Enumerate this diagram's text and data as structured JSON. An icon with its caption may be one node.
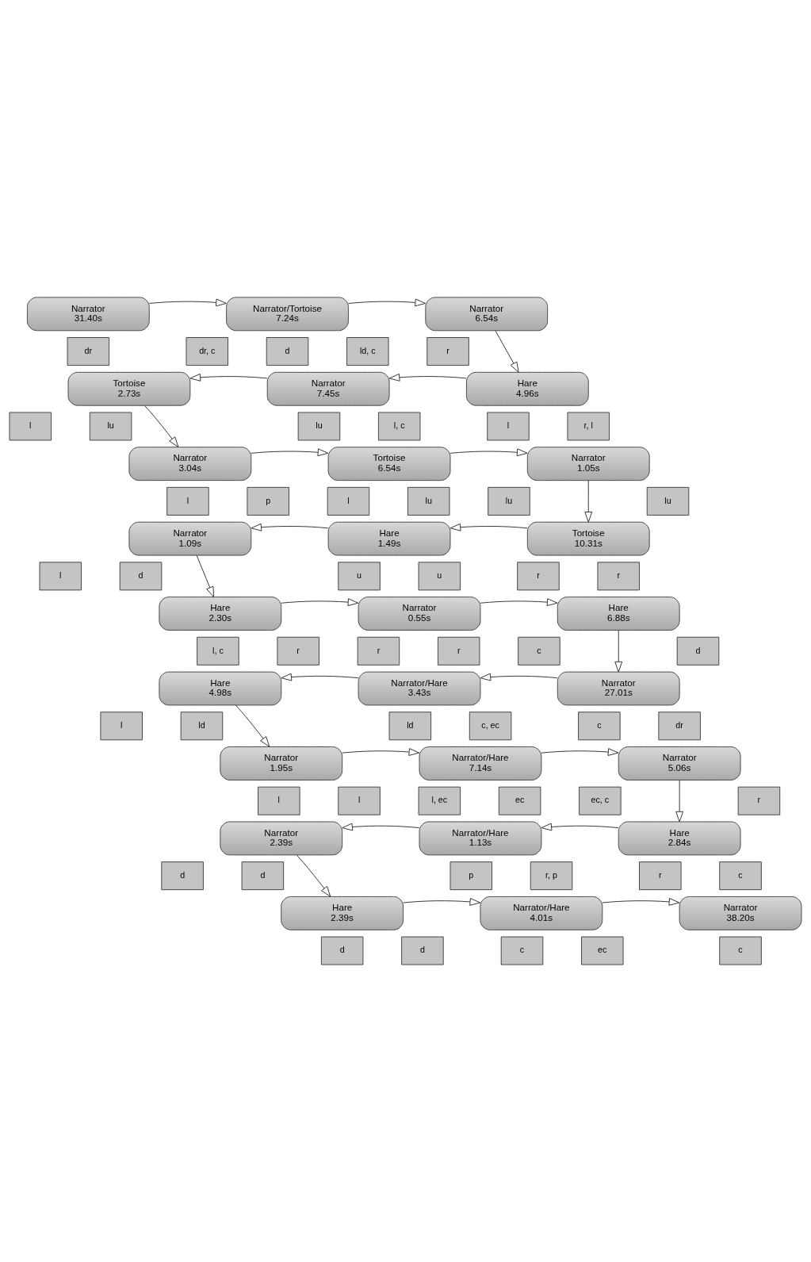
{
  "diagram": {
    "nodes": [
      {
        "text": [
          "Narrator",
          "31.40s"
        ]
      },
      {
        "text": [
          "dr"
        ]
      },
      {
        "text": [
          "Narrator/Tortoise",
          "7.24s"
        ]
      },
      {
        "text": [
          "dr, c"
        ]
      },
      {
        "text": [
          "d"
        ]
      },
      {
        "text": [
          "Narrator",
          "6.54s"
        ]
      },
      {
        "text": [
          "ld, c"
        ]
      },
      {
        "text": [
          "r"
        ]
      },
      {
        "text": [
          "Tortoise",
          "2.73s"
        ]
      },
      {
        "text": [
          "l"
        ]
      },
      {
        "text": [
          "lu"
        ]
      },
      {
        "text": [
          "Narrator",
          "7.45s"
        ]
      },
      {
        "text": [
          "lu"
        ]
      },
      {
        "text": [
          "l, c"
        ]
      },
      {
        "text": [
          "Hare",
          "4.96s"
        ]
      },
      {
        "text": [
          "l"
        ]
      },
      {
        "text": [
          "r, l"
        ]
      },
      {
        "text": [
          "Narrator",
          "3.04s"
        ]
      },
      {
        "text": [
          "l"
        ]
      },
      {
        "text": [
          "p"
        ]
      },
      {
        "text": [
          "Tortoise",
          "6.54s"
        ]
      },
      {
        "text": [
          "l"
        ]
      },
      {
        "text": [
          "lu"
        ]
      },
      {
        "text": [
          "Narrator",
          "1.05s"
        ]
      },
      {
        "text": [
          "lu"
        ]
      },
      {
        "text": [
          "lu"
        ]
      },
      {
        "text": [
          "Narrator",
          "1.09s"
        ]
      },
      {
        "text": [
          "l"
        ]
      },
      {
        "text": [
          "d"
        ]
      },
      {
        "text": [
          "Hare",
          "1.49s"
        ]
      },
      {
        "text": [
          "u"
        ]
      },
      {
        "text": [
          "u"
        ]
      },
      {
        "text": [
          "Tortoise",
          "10.31s"
        ]
      },
      {
        "text": [
          "r"
        ]
      },
      {
        "text": [
          "r"
        ]
      },
      {
        "text": [
          "Hare",
          "2.30s"
        ]
      },
      {
        "text": [
          "l, c"
        ]
      },
      {
        "text": [
          "r"
        ]
      },
      {
        "text": [
          "Narrator",
          "0.55s"
        ]
      },
      {
        "text": [
          "r"
        ]
      },
      {
        "text": [
          "r"
        ]
      },
      {
        "text": [
          "Hare",
          "6.88s"
        ]
      },
      {
        "text": [
          "c"
        ]
      },
      {
        "text": [
          "d"
        ]
      },
      {
        "text": [
          "Hare",
          "4.98s"
        ]
      },
      {
        "text": [
          "l"
        ]
      },
      {
        "text": [
          "ld"
        ]
      },
      {
        "text": [
          "Narrator/Hare",
          "3.43s"
        ]
      },
      {
        "text": [
          "ld"
        ]
      },
      {
        "text": [
          "c, ec"
        ]
      },
      {
        "text": [
          "Narrator",
          "27.01s"
        ]
      },
      {
        "text": [
          "c"
        ]
      },
      {
        "text": [
          "dr"
        ]
      },
      {
        "text": [
          "Narrator",
          "1.95s"
        ]
      },
      {
        "text": [
          "l"
        ]
      },
      {
        "text": [
          "l"
        ]
      },
      {
        "text": [
          "Narrator/Hare",
          "7.14s"
        ]
      },
      {
        "text": [
          "l, ec"
        ]
      },
      {
        "text": [
          "ec"
        ]
      },
      {
        "text": [
          "Narrator",
          "5.06s"
        ]
      },
      {
        "text": [
          "ec, c"
        ]
      },
      {
        "text": [
          "r"
        ]
      },
      {
        "text": [
          "Narrator",
          "2.39s"
        ]
      },
      {
        "text": [
          "d"
        ]
      },
      {
        "text": [
          "d"
        ]
      },
      {
        "text": [
          "Narrator/Hare",
          "1.13s"
        ]
      },
      {
        "text": [
          "p"
        ]
      },
      {
        "text": [
          "r, p"
        ]
      },
      {
        "text": [
          "Hare",
          "2.84s"
        ]
      },
      {
        "text": [
          "r"
        ]
      },
      {
        "text": [
          "c"
        ]
      },
      {
        "text": [
          "Hare",
          "2.39s"
        ]
      },
      {
        "text": [
          "d"
        ]
      },
      {
        "text": [
          "d"
        ]
      },
      {
        "text": [
          "Narrator/Hare",
          "4.01s"
        ]
      },
      {
        "text": [
          "c"
        ]
      },
      {
        "text": [
          "ec"
        ]
      },
      {
        "text": [
          "Narrator",
          "38.20s"
        ]
      },
      {
        "text": [
          "c"
        ]
      }
    ],
    "edges": [
      {
        "from": 0,
        "to": 2,
        "arrow": "to"
      },
      {
        "from": 2,
        "to": 5,
        "arrow": "to"
      },
      {
        "from": 5,
        "to": 14,
        "arrow": "to"
      },
      {
        "from": 14,
        "to": 11,
        "arrow": "to"
      },
      {
        "from": 11,
        "to": 8,
        "arrow": "to"
      },
      {
        "from": 8,
        "to": 17,
        "arrow": "to"
      },
      {
        "from": 17,
        "to": 20,
        "arrow": "to"
      },
      {
        "from": 20,
        "to": 23,
        "arrow": "to"
      },
      {
        "from": 23,
        "to": 32,
        "arrow": "to"
      },
      {
        "from": 32,
        "to": 29,
        "arrow": "to"
      },
      {
        "from": 29,
        "to": 26,
        "arrow": "to"
      },
      {
        "from": 26,
        "to": 35,
        "arrow": "to"
      },
      {
        "from": 35,
        "to": 38,
        "arrow": "to"
      },
      {
        "from": 38,
        "to": 41,
        "arrow": "to"
      },
      {
        "from": 41,
        "to": 50,
        "arrow": "to"
      },
      {
        "from": 50,
        "to": 47,
        "arrow": "to"
      },
      {
        "from": 47,
        "to": 44,
        "arrow": "to"
      },
      {
        "from": 44,
        "to": 53,
        "arrow": "to"
      },
      {
        "from": 53,
        "to": 56,
        "arrow": "to"
      },
      {
        "from": 56,
        "to": 59,
        "arrow": "to"
      },
      {
        "from": 59,
        "to": 68,
        "arrow": "to"
      },
      {
        "from": 68,
        "to": 65,
        "arrow": "to"
      },
      {
        "from": 65,
        "to": 62,
        "arrow": "to"
      },
      {
        "from": 62,
        "to": 71,
        "arrow": "to"
      },
      {
        "from": 71,
        "to": 74,
        "arrow": "to"
      },
      {
        "from": 74,
        "to": 77,
        "arrow": "to"
      }
    ]
  }
}
